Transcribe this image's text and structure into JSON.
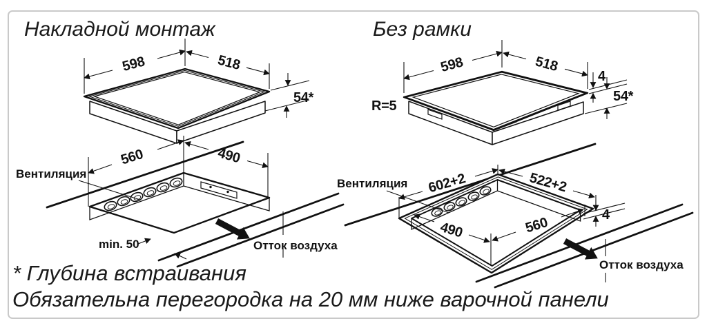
{
  "panels": [
    {
      "title": "Накладной монтаж",
      "hob": {
        "width": "598",
        "depth": "518",
        "height": "54*"
      },
      "cutout": {
        "width": "560",
        "depth": "490",
        "vent": "Вентиляция",
        "min_gap": "min. 50",
        "airflow": "Отток воздуха"
      }
    },
    {
      "title": "Без рамки",
      "hob": {
        "width": "598",
        "depth": "518",
        "glass": "4",
        "height": "54*",
        "radius": "R=5"
      },
      "cutout": {
        "outer_width": "602+2",
        "outer_depth": "522+2",
        "inner_width": "560",
        "inner_depth": "490",
        "step": "4",
        "vent": "Вентиляция",
        "airflow": "Отток воздуха"
      }
    }
  ],
  "footnotes": {
    "depth_note": "* Глубина встраивания",
    "partition_note": "Обязательна перегородка на 20 мм ниже варочной панели"
  }
}
